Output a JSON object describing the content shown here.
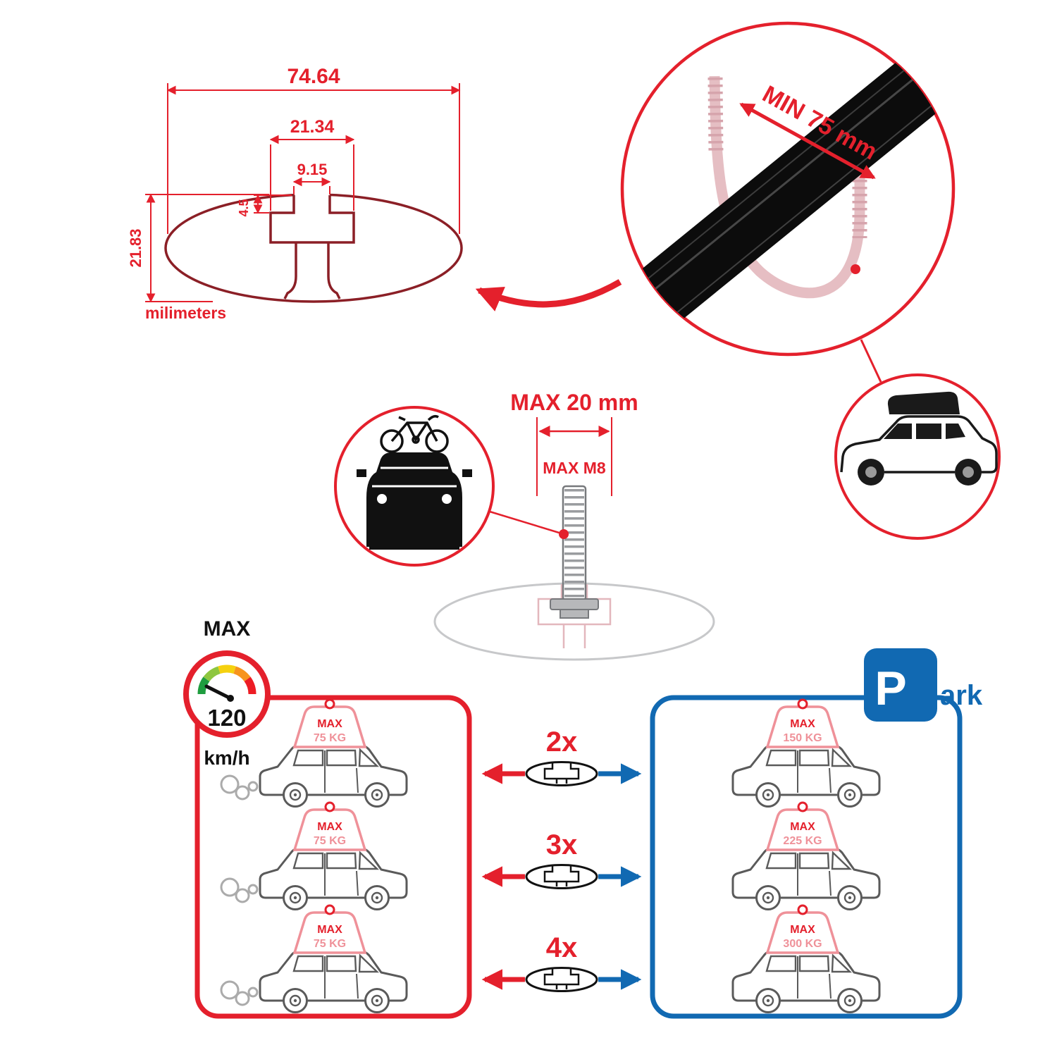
{
  "colors": {
    "red": "#e4202c",
    "blue": "#1169b2",
    "profile_dark_red": "#8b1f26",
    "pink": "#ef9199",
    "faded_pink": "#e3b7bd",
    "faded_gray": "#c7c8ca",
    "black": "#111111"
  },
  "cross_section": {
    "dim_total_width": "74.64",
    "dim_channel_width": "21.34",
    "dim_slot_width": "9.15",
    "dim_lip_depth": "4.5",
    "dim_height": "21.83",
    "units_label": "milimeters"
  },
  "bar_detail": {
    "min_span": "MIN 75 mm"
  },
  "bolt": {
    "max_width": "MAX 20 mm",
    "max_thread": "MAX M8"
  },
  "speed_badge": {
    "title": "MAX",
    "value": "120",
    "units": "km/h"
  },
  "driving_panel": {
    "cars": [
      {
        "label": "MAX",
        "weight": "75 KG"
      },
      {
        "label": "MAX",
        "weight": "75 KG"
      },
      {
        "label": "MAX",
        "weight": "75 KG"
      }
    ]
  },
  "multipliers": [
    {
      "label": "2x"
    },
    {
      "label": "3x"
    },
    {
      "label": "4x"
    }
  ],
  "parking_panel": {
    "sign": {
      "p": "P",
      "ark": "ark"
    },
    "cars": [
      {
        "label": "MAX",
        "weight": "150 KG"
      },
      {
        "label": "MAX",
        "weight": "225 KG"
      },
      {
        "label": "MAX",
        "weight": "300 KG"
      }
    ]
  }
}
